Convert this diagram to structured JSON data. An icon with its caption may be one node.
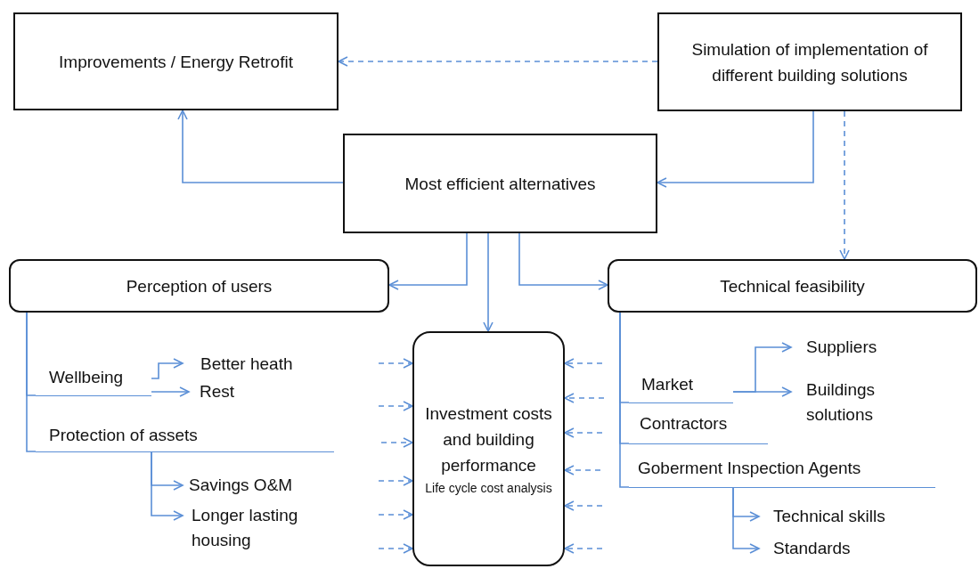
{
  "diagram": {
    "nodes": [
      {
        "text": [
          "Improvements / Energy Retrofit"
        ]
      },
      {
        "text": [
          "Simulation of implementation of different building solutions"
        ]
      },
      {
        "text": [
          "Most efficient alternatives"
        ]
      },
      {
        "text": [
          "Perception of users"
        ]
      },
      {
        "text": [
          "Technical feasibility"
        ]
      },
      {
        "text": [
          "Investment costs and building performance",
          "Life cycle cost analysis"
        ]
      },
      {
        "text": [
          "Wellbeing"
        ]
      },
      {
        "text": [
          "Better heath"
        ]
      },
      {
        "text": [
          "Rest"
        ]
      },
      {
        "text": [
          "Protection of assets"
        ]
      },
      {
        "text": [
          "Savings O&M"
        ]
      },
      {
        "text": [
          "Longer lasting housing"
        ]
      },
      {
        "text": [
          "Market"
        ]
      },
      {
        "text": [
          "Suppliers"
        ]
      },
      {
        "text": [
          "Buildings solutions"
        ]
      },
      {
        "text": [
          "Contractors"
        ]
      },
      {
        "text": [
          "Goberment Inspection Agents"
        ]
      },
      {
        "text": [
          "Technical skills"
        ]
      },
      {
        "text": [
          "Standards"
        ]
      }
    ],
    "edges": [
      {
        "from": 1,
        "to": 0,
        "arrow": "to",
        "style": "dashed"
      },
      {
        "from": 1,
        "to": 2,
        "arrow": "to"
      },
      {
        "from": 1,
        "to": 4,
        "arrow": "to",
        "style": "dashed"
      },
      {
        "from": 2,
        "to": 0,
        "arrow": "to"
      },
      {
        "from": 2,
        "to": 3,
        "arrow": "to"
      },
      {
        "from": 2,
        "to": 5,
        "arrow": "to"
      },
      {
        "from": 2,
        "to": 4,
        "arrow": "to"
      },
      {
        "from": 3,
        "to": 6,
        "arrow": "none"
      },
      {
        "from": 3,
        "to": 9,
        "arrow": "none"
      },
      {
        "from": 6,
        "to": 7,
        "arrow": "to"
      },
      {
        "from": 6,
        "to": 8,
        "arrow": "to"
      },
      {
        "from": 9,
        "to": 10,
        "arrow": "to"
      },
      {
        "from": 9,
        "to": 11,
        "arrow": "to"
      },
      {
        "from": 4,
        "to": 12,
        "arrow": "none"
      },
      {
        "from": 4,
        "to": 15,
        "arrow": "none"
      },
      {
        "from": 4,
        "to": 16,
        "arrow": "none"
      },
      {
        "from": 12,
        "to": 13,
        "arrow": "to"
      },
      {
        "from": 12,
        "to": 14,
        "arrow": "to"
      },
      {
        "from": 16,
        "to": 17,
        "arrow": "to"
      },
      {
        "from": 16,
        "to": 18,
        "arrow": "to"
      },
      {
        "from": null,
        "to": 5,
        "arrow": "to",
        "style": "dashed"
      },
      {
        "from": null,
        "to": 5,
        "arrow": "to",
        "style": "dashed"
      },
      {
        "from": null,
        "to": 5,
        "arrow": "to",
        "style": "dashed"
      },
      {
        "from": null,
        "to": 5,
        "arrow": "to",
        "style": "dashed"
      },
      {
        "from": null,
        "to": 5,
        "arrow": "to",
        "style": "dashed"
      },
      {
        "from": null,
        "to": 5,
        "arrow": "to",
        "style": "dashed"
      },
      {
        "from": null,
        "to": 5,
        "arrow": "to",
        "style": "dashed"
      },
      {
        "from": null,
        "to": 5,
        "arrow": "to",
        "style": "dashed"
      },
      {
        "from": null,
        "to": 5,
        "arrow": "to",
        "style": "dashed"
      },
      {
        "from": null,
        "to": 5,
        "arrow": "to",
        "style": "dashed"
      },
      {
        "from": null,
        "to": 5,
        "arrow": "to",
        "style": "dashed"
      },
      {
        "from": null,
        "to": 5,
        "arrow": "to",
        "style": "dashed"
      }
    ]
  }
}
